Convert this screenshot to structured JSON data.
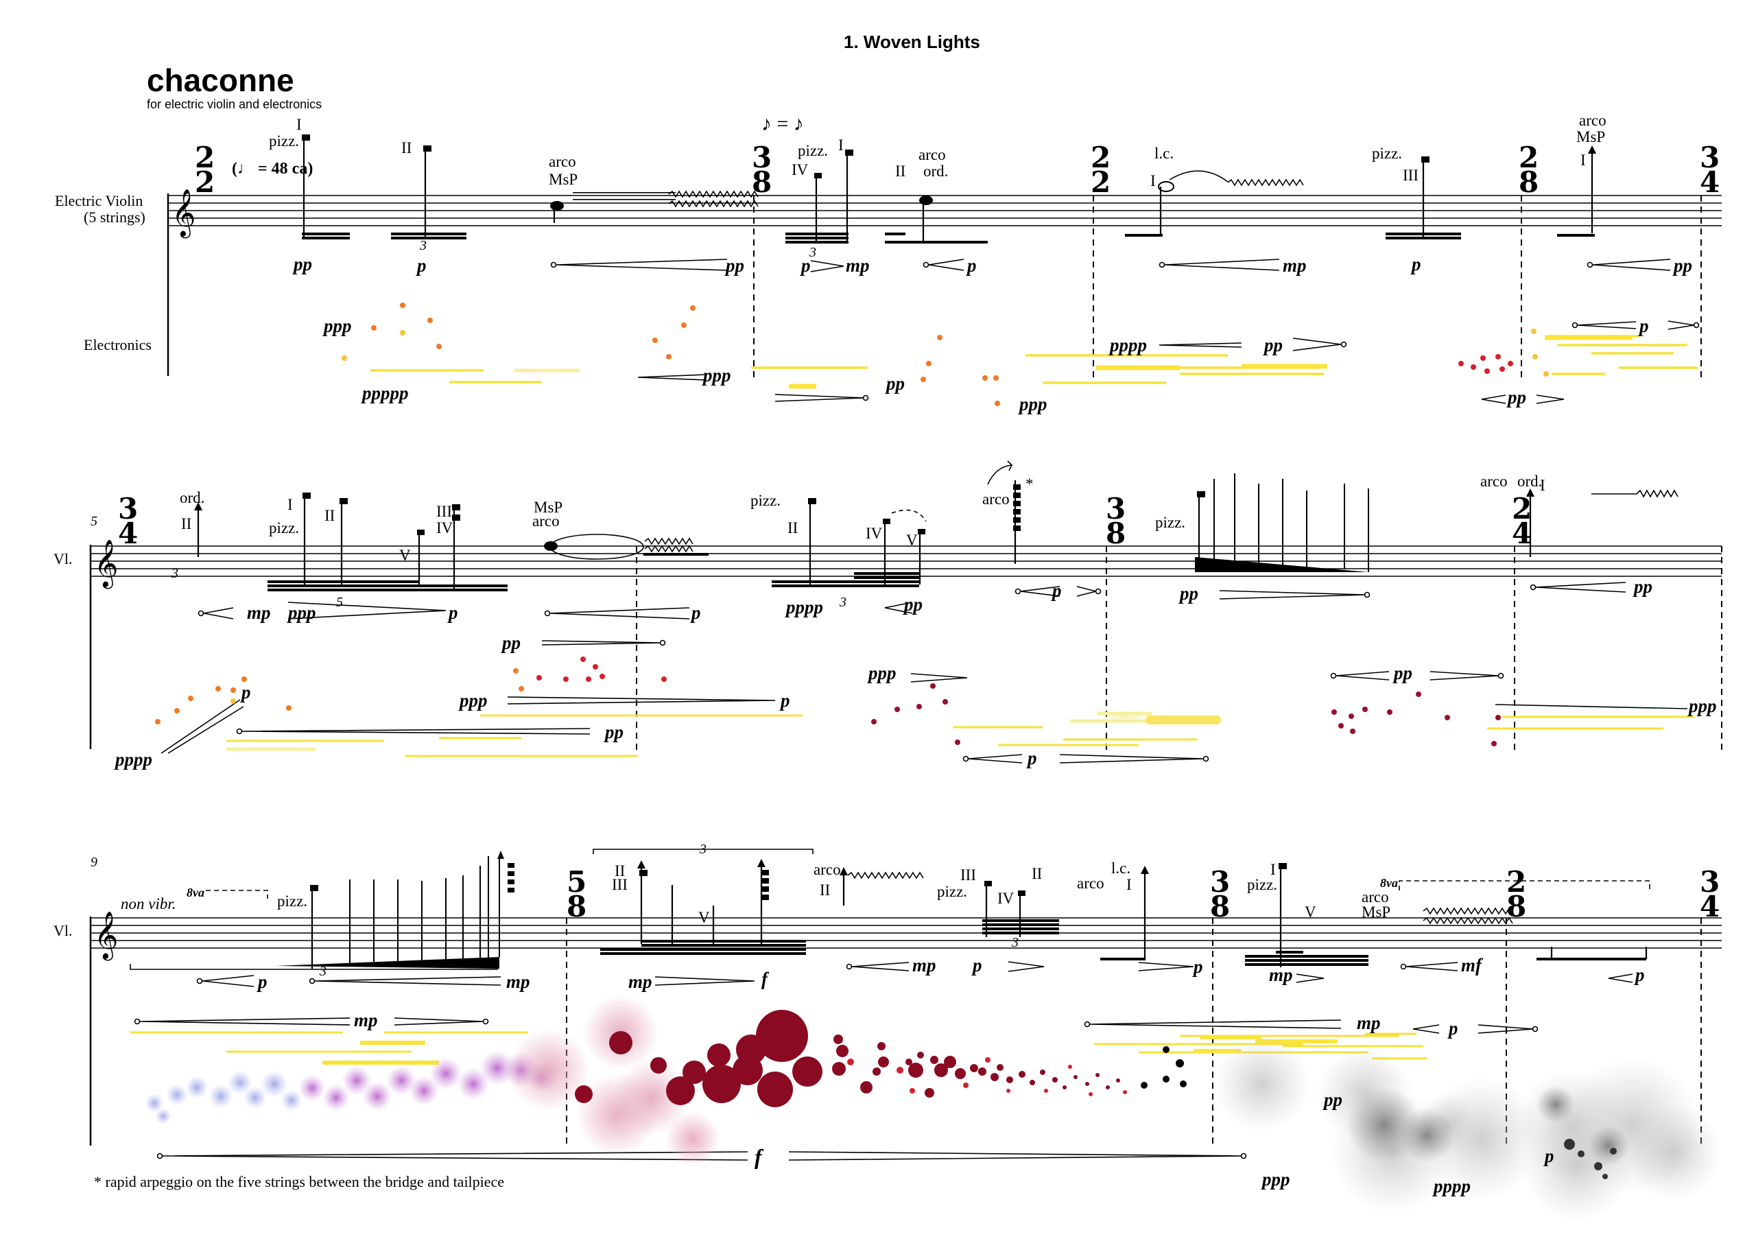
{
  "piece_title": "1. Woven Lights",
  "movement_title": "chaconne",
  "subtitle": "for electric violin and electronics",
  "tempo": {
    "marking": "(♩ = 48 ca)",
    "metric_modulation": "♪ = ♪"
  },
  "instruments": {
    "violin_full": "Electric Violin",
    "violin_strings": "(5 strings)",
    "violin_short": "Vl.",
    "electronics": "Electronics"
  },
  "measure_numbers": {
    "system2": "5",
    "system3": "9"
  },
  "time_signatures": {
    "s1": [
      {
        "num": "2",
        "den": "2"
      },
      {
        "num": "3",
        "den": "8"
      },
      {
        "num": "2",
        "den": "2"
      },
      {
        "num": "2",
        "den": "8"
      },
      {
        "num": "3",
        "den": "4"
      }
    ],
    "s2": [
      {
        "num": "3",
        "den": "4"
      },
      {
        "num": "3",
        "den": "8"
      },
      {
        "num": "2",
        "den": "4"
      }
    ],
    "s3": [
      {
        "num": "5",
        "den": "8"
      },
      {
        "num": "3",
        "den": "8"
      },
      {
        "num": "2",
        "den": "8"
      },
      {
        "num": "3",
        "den": "4"
      }
    ]
  },
  "system1": {
    "marks": [
      "I",
      "pizz.",
      "II",
      "3",
      "arco",
      "MsP",
      "pizz.",
      "I",
      "IV",
      "3",
      "II",
      "arco",
      "ord.",
      "l.c.",
      "I",
      "pizz.",
      "III",
      "arco",
      "MsP",
      "I"
    ],
    "dynamics": [
      "pp",
      "p",
      "pp",
      "p",
      "mp",
      "p",
      "mp",
      "p",
      "pp"
    ],
    "electronics_dynamics": [
      "ppp",
      "ppppp",
      "ppp",
      "pp",
      "ppp",
      "pppp",
      "pp",
      "p",
      "pp"
    ]
  },
  "system2": {
    "marks": [
      "ord.",
      "II",
      "3",
      "I",
      "pizz.",
      "II",
      "5",
      "III",
      "IV",
      "V",
      "MsP",
      "arco",
      "pizz.",
      "II",
      "IV",
      "V",
      "3",
      "arco",
      "*",
      "pizz.",
      "arco",
      "ord.",
      "I"
    ],
    "dynamics": [
      "mp",
      "ppp",
      "p",
      "p",
      "pppp",
      "pp",
      "p",
      "pp",
      "pp"
    ],
    "electronics_dynamics": [
      "p",
      "pppp",
      "pp",
      "ppp",
      "p",
      "pp",
      "ppp",
      "pp",
      "ppp",
      "p"
    ]
  },
  "system3": {
    "marks": [
      "non vibr.",
      "8va",
      "pizz.",
      "3",
      "3",
      "II",
      "III",
      "V",
      "arco",
      "II",
      "III",
      "pizz.",
      "IV",
      "II",
      "3",
      "arco",
      "l.c.",
      "I",
      "I",
      "pizz.",
      "V",
      "8va",
      "arco",
      "MsP"
    ],
    "dynamics": [
      "p",
      "mp",
      "mp",
      "f",
      "mp",
      "p",
      "p",
      "mp",
      "mf",
      "p"
    ],
    "electronics_dynamics": [
      "mp",
      "p",
      "f",
      "pp",
      "ppp",
      "pppp",
      "p"
    ]
  },
  "footnote": "* rapid arpeggio on the five strings between the bridge and tailpiece",
  "colors": {
    "ink": "#000000",
    "orange": "#f07a26",
    "yellow": "#f5e23a",
    "pale_yellow": "#f6ef9e",
    "red": "#d6202c",
    "crimson": "#8a0a22",
    "violet": "#b45cc8",
    "lavender": "#9ea5e6",
    "pink": "#e8b9c7",
    "grey": "#8a8a8a"
  }
}
